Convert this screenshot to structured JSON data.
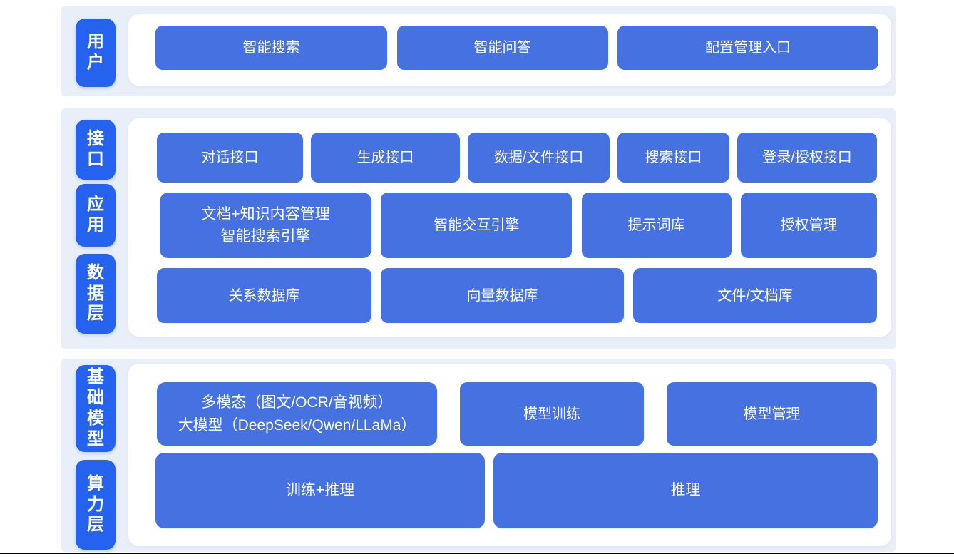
{
  "colors": {
    "chip_blue": "#2563ee",
    "box_blue": "#4671e1",
    "band_light_blue": "#e9eff8",
    "panel_white": "#ffffff",
    "text_white": "#ffffff",
    "divider_black": "#000000"
  },
  "sections": [
    {
      "name": "user-layer",
      "chips": [
        {
          "label": "用户"
        }
      ],
      "rows": [
        {
          "buttons": [
            {
              "label": "智能搜索"
            },
            {
              "label": "智能问答"
            },
            {
              "label": "配置管理入口"
            }
          ]
        }
      ]
    },
    {
      "name": "interface-application-data-layer",
      "chips": [
        {
          "label": "接口"
        },
        {
          "label": "应用"
        },
        {
          "label": "数据层"
        }
      ],
      "rows": [
        {
          "buttons": [
            {
              "label": "对话接口"
            },
            {
              "label": "生成接口"
            },
            {
              "label": "数据/文件接口"
            },
            {
              "label": "搜索接口"
            },
            {
              "label": "登录/授权接口"
            }
          ]
        },
        {
          "buttons": [
            {
              "label": "文档+知识内容管理\n智能搜索引擎"
            },
            {
              "label": "智能交互引擎"
            },
            {
              "label": "提示词库"
            },
            {
              "label": "授权管理"
            }
          ]
        },
        {
          "buttons": [
            {
              "label": "关系数据库"
            },
            {
              "label": "向量数据库"
            },
            {
              "label": "文件/文档库"
            }
          ]
        }
      ]
    },
    {
      "name": "foundation-model-compute-layer",
      "chips": [
        {
          "label": "基础模型"
        },
        {
          "label": "算力层"
        }
      ],
      "rows": [
        {
          "buttons": [
            {
              "label": "多模态（图文/OCR/音视频）\n大模型（DeepSeek/Qwen/LLaMa）"
            },
            {
              "label": "模型训练"
            },
            {
              "label": "模型管理"
            }
          ]
        },
        {
          "buttons": [
            {
              "label": "训练+推理"
            },
            {
              "label": "推理"
            }
          ]
        }
      ]
    }
  ]
}
